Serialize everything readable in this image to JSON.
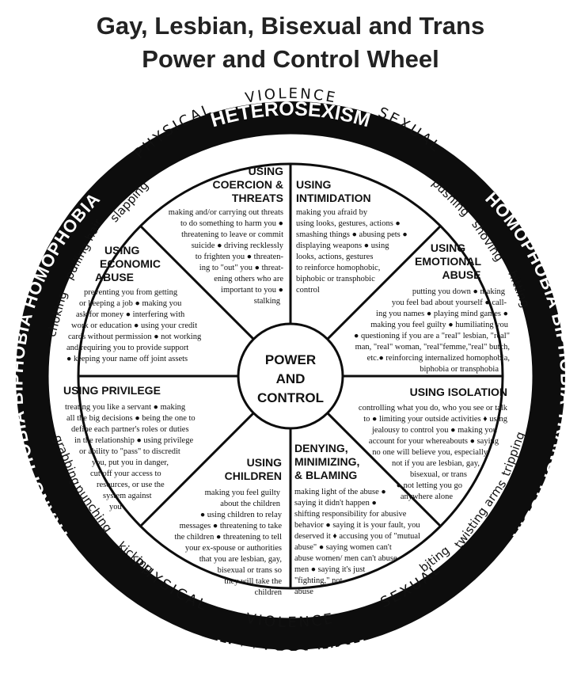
{
  "title": {
    "line1": "Gay, Lesbian, Bisexual and Trans",
    "line2": "Power and Control Wheel"
  },
  "outer_ring": {
    "top": "HETEROSEXISM",
    "bottom": "HETEROSEXISM",
    "left": "TRANSPHOBIA BIPHOBIA HOMOPHOBIA",
    "right": "HOMOPHOBIA BIPHOBIA TRANSPHOBIA"
  },
  "violence_ring": {
    "physical_top": "PHYSICAL",
    "violence_top": "VIOLENCE",
    "sexual_top": "SEXUAL",
    "physical_bottom": "PHYSICAL",
    "violence_bottom": "VIOLENCE",
    "sexual_bottom": "SEXUAL",
    "acts": [
      "slapping",
      "pulling hair",
      "choking",
      "pushing",
      "shoving",
      "hitting",
      "grabbing",
      "punching",
      "kicking",
      "tripping",
      "twisting arms",
      "biting"
    ]
  },
  "center": {
    "lines": [
      "POWER",
      "AND",
      "CONTROL"
    ]
  },
  "sections": {
    "coercion": {
      "heading": [
        "USING",
        "COERCION &",
        "THREATS"
      ],
      "body": [
        "making and/or carrying out threats",
        "to do something to harm you ●",
        "threatening to leave or commit",
        "suicide ● driving recklessly",
        "to frighten you ● threaten-",
        "ing to \"out\" you ● threat-",
        "ening others who are",
        "important to you ●",
        "stalking"
      ]
    },
    "intimidation": {
      "heading": [
        "USING",
        "INTIMIDATION"
      ],
      "body": [
        "making you afraid by",
        "using looks, gestures, actions ●",
        "smashing things ● abusing pets ●",
        "displaying weapons ● using",
        "looks, actions, gestures",
        "to reinforce homophobic,",
        "biphobic or transphobic",
        "control"
      ]
    },
    "emotional": {
      "heading": [
        "USING",
        "EMOTIONAL",
        "ABUSE"
      ],
      "body": [
        "putting you down ● making",
        "you feel bad about yourself ● call-",
        "ing  you names ● playing mind games ●",
        "making you feel guilty ● humiliating you",
        "● questioning if you are a  \"real\" lesbian, \"real\"",
        "man, \"real\" woman, \"real\"femme,\"real\" butch,",
        "etc.● reinforcing internalized homophobia,",
        "biphobia or transphobia"
      ]
    },
    "isolation": {
      "heading": [
        "USING ISOLATION"
      ],
      "body": [
        "controlling what you do, who you see  or talk",
        "to ● limiting your outside activities ♦ using",
        "jealousy to control you ● making you",
        "account for your whereabouts ● saying",
        "no one will believe you, especially",
        "not if you are lesbian, gay,",
        "bisexual,  or  trans",
        "● not letting you go",
        "anywhere alone"
      ]
    },
    "denying": {
      "heading": [
        "DENYING,",
        "MINIMIZING,",
        "& BLAMING"
      ],
      "body": [
        "making light of the abuse ●",
        "saying it didn't happen ●",
        "shifting responsibility for abusive",
        "behavior ● saying it is your fault, you",
        "deserved it ♦ accusing you of \"mutual",
        "abuse\" ● saying women can't",
        "abuse women/ men can't abuse",
        "men ● saying it's just",
        "\"fighting,\" not",
        "abuse"
      ]
    },
    "children": {
      "heading": [
        "USING",
        "CHILDREN"
      ],
      "body": [
        "making you feel guilty",
        "about the children",
        "● using children to relay",
        "messages ● threatening to take",
        "the children ● threatening to tell",
        "your ex-spouse or authorities",
        "that you are lesbian, gay,",
        "bisexual or trans so",
        "they will take the",
        "children"
      ]
    },
    "privilege": {
      "heading": [
        "USING PRIVILEGE"
      ],
      "body": [
        "treating you like a servant ● making",
        "all the big decisions ● being the one to",
        "define each partner's roles or duties",
        "in the relationship ● using privilege",
        "or ability to \"pass\" to discredit",
        "you, put you in danger,",
        "cut off your access to",
        "resources, or use the",
        "system against",
        "you"
      ]
    },
    "economic": {
      "heading": [
        "USING",
        "ECONOMIC",
        "ABUSE"
      ],
      "body": [
        "preventing you from getting",
        "or keeping a job ● making you",
        "ask for money ● interfering with",
        "work or education ● using your credit",
        "cards without permission ● not working",
        "and requiring you to provide support",
        "● keeping your name off joint assets"
      ]
    }
  }
}
